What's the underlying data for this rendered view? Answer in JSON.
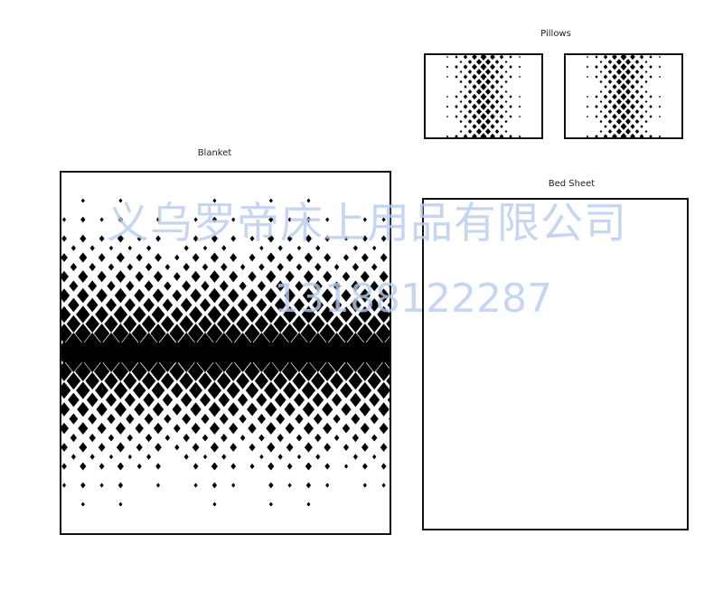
{
  "labels": {
    "pillows": "Pillows",
    "blanket": "Blanket",
    "bed_sheet": "Bed Sheet"
  },
  "watermark": {
    "company": "义乌罗帝床上用品有限公司",
    "phone": "13188122287"
  },
  "colors": {
    "pattern": "#000000",
    "watermark": "#b9cdee"
  }
}
